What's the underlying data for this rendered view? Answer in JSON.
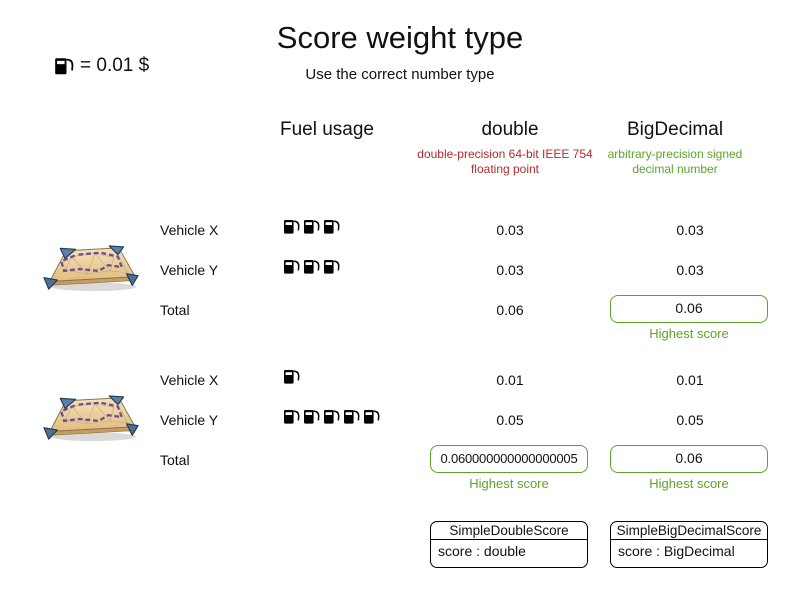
{
  "title": "Score weight type",
  "subtitle": "Use the correct number type",
  "legend": {
    "fuel_icon": "fuel-pump-icon",
    "text": "= 0.01 $"
  },
  "columns": {
    "fuel_usage": {
      "label": "Fuel usage"
    },
    "double": {
      "label": "double",
      "description": "double-precision 64-bit IEEE 754 floating point",
      "description_color": "#b22b2b"
    },
    "bigdecimal": {
      "label": "BigDecimal",
      "description": "arbitrary-precision signed decimal number",
      "description_color": "#5aa428"
    }
  },
  "groups": [
    {
      "map_icon": "route-map-image",
      "rows": [
        {
          "label": "Vehicle X",
          "fuel_icons": 3,
          "double": "0.03",
          "bigdecimal": "0.03"
        },
        {
          "label": "Vehicle Y",
          "fuel_icons": 3,
          "double": "0.03",
          "bigdecimal": "0.03"
        },
        {
          "label": "Total",
          "fuel_icons": 0,
          "double": "0.06",
          "bigdecimal": "0.06",
          "double_boxed": false,
          "bigdecimal_boxed": true,
          "bigdecimal_note": "Highest score"
        }
      ]
    },
    {
      "map_icon": "route-map-image",
      "rows": [
        {
          "label": "Vehicle X",
          "fuel_icons": 1,
          "double": "0.01",
          "bigdecimal": "0.01"
        },
        {
          "label": "Vehicle Y",
          "fuel_icons": 5,
          "double": "0.05",
          "bigdecimal": "0.05"
        },
        {
          "label": "Total",
          "fuel_icons": 0,
          "double": "0.060000000000000005",
          "bigdecimal": "0.06",
          "double_boxed": true,
          "bigdecimal_boxed": true,
          "double_note": "Highest score",
          "bigdecimal_note": "Highest score"
        }
      ]
    }
  ],
  "classes": [
    {
      "name": "SimpleDoubleScore",
      "attribute": "score : double"
    },
    {
      "name": "SimpleBigDecimalScore",
      "attribute": "score : BigDecimal"
    }
  ],
  "colors": {
    "text": "#111111",
    "double_description_red": "#b22b2b",
    "highest_score_green": "#5aa428",
    "score_box_border_green": "#5aa428",
    "map_surface_tan": "#ecd29c",
    "map_corner_blue": "#5d80a6",
    "map_route_purple": "#6f4c92"
  }
}
